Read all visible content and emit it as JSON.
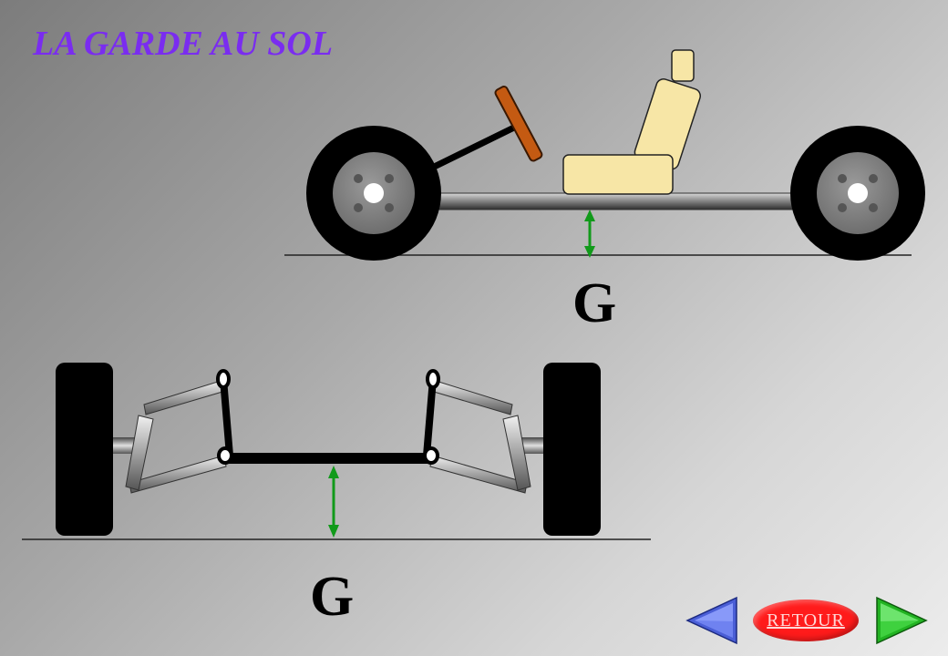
{
  "title": "LA GARDE AU SOL",
  "side_view": {
    "label": "G"
  },
  "front_view": {
    "label": "G"
  },
  "navigation": {
    "retour_label": "RETOUR",
    "prev_icon": "left-triangle-arrow",
    "next_icon": "right-triangle-arrow"
  },
  "colors": {
    "title": "#7a2cf0",
    "arrow": "#119a1a",
    "seat": "#f7e6a6",
    "steering_wheel": "#c45a12",
    "retour_button": "#ff1b1b",
    "prev_button": "#4a5ed6",
    "next_button": "#22b322"
  }
}
